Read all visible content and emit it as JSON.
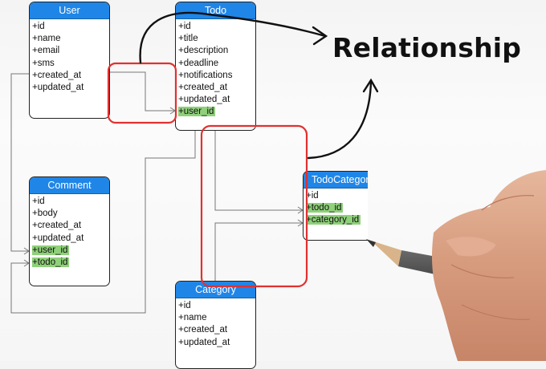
{
  "annotation": {
    "label": "Relationship"
  },
  "colors": {
    "header": "#1f86e8",
    "foreign_key": "#8fd07a",
    "highlight": "#e03131",
    "connector": "#777777"
  },
  "entities": {
    "user": {
      "title": "User",
      "fields": [
        "+id",
        "+name",
        "+email",
        "+sms",
        "+created_at",
        "+updated_at"
      ],
      "foreign_keys": []
    },
    "todo": {
      "title": "Todo",
      "fields": [
        "+id",
        "+title",
        "+description",
        "+deadline",
        "+notifications",
        "+created_at",
        "+updated_at",
        "+user_id"
      ],
      "foreign_keys": [
        "+user_id"
      ]
    },
    "comment": {
      "title": "Comment",
      "fields": [
        "+id",
        "+body",
        "+created_at",
        "+updated_at",
        "+user_id",
        "+todo_id"
      ],
      "foreign_keys": [
        "+user_id",
        "+todo_id"
      ]
    },
    "todo_category": {
      "title": "TodoCategory",
      "fields": [
        "+id",
        "+todo_id",
        "+category_id"
      ],
      "foreign_keys": [
        "+todo_id",
        "+category_id"
      ]
    },
    "category": {
      "title": "Category",
      "fields": [
        "+id",
        "+name",
        "+created_at",
        "+updated_at"
      ],
      "foreign_keys": []
    }
  }
}
